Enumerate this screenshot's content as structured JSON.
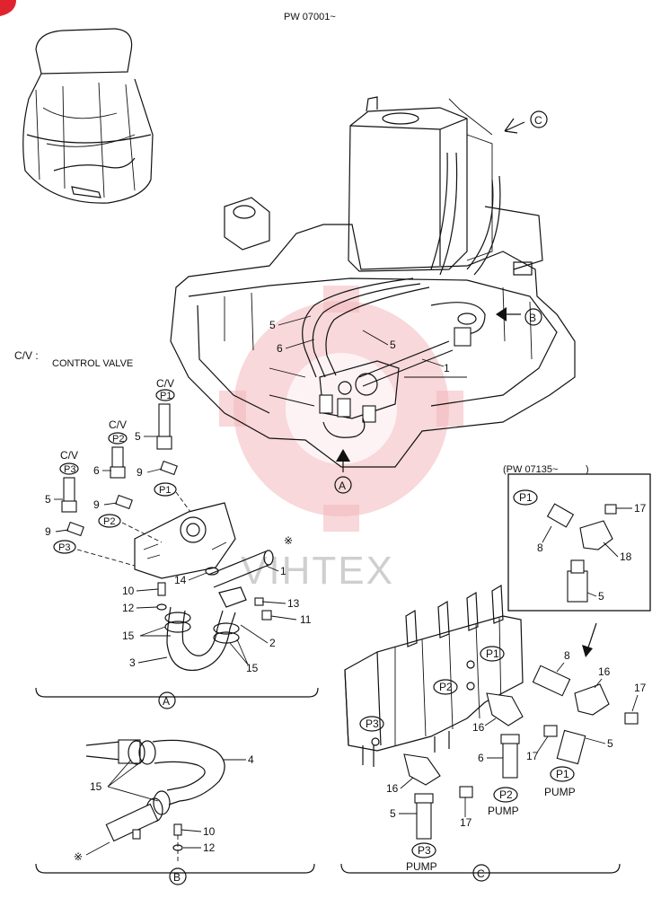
{
  "header": {
    "serial_range": "PW 07001~"
  },
  "legend": {
    "key": "C/V :",
    "meaning": "CONTROL VALVE"
  },
  "watermark": {
    "text": "VIHTEX",
    "color": "#f3b8bb"
  },
  "views": {
    "a": "A",
    "b": "B",
    "c": "C"
  },
  "inset": {
    "title": "(PW 07135~",
    "close": ")"
  },
  "ports": {
    "p1": "P1",
    "p2": "P2",
    "p3": "P3",
    "cv": "C/V"
  },
  "pump_label": "PUMP",
  "note_mark": "※",
  "parts": {
    "n1": "1",
    "n2": "2",
    "n3": "3",
    "n4": "4",
    "n5": "5",
    "n6": "6",
    "n8": "8",
    "n9": "9",
    "n10": "10",
    "n11": "11",
    "n12": "12",
    "n13": "13",
    "n14": "14",
    "n15": "15",
    "n16": "16",
    "n17": "17",
    "n18": "18"
  }
}
